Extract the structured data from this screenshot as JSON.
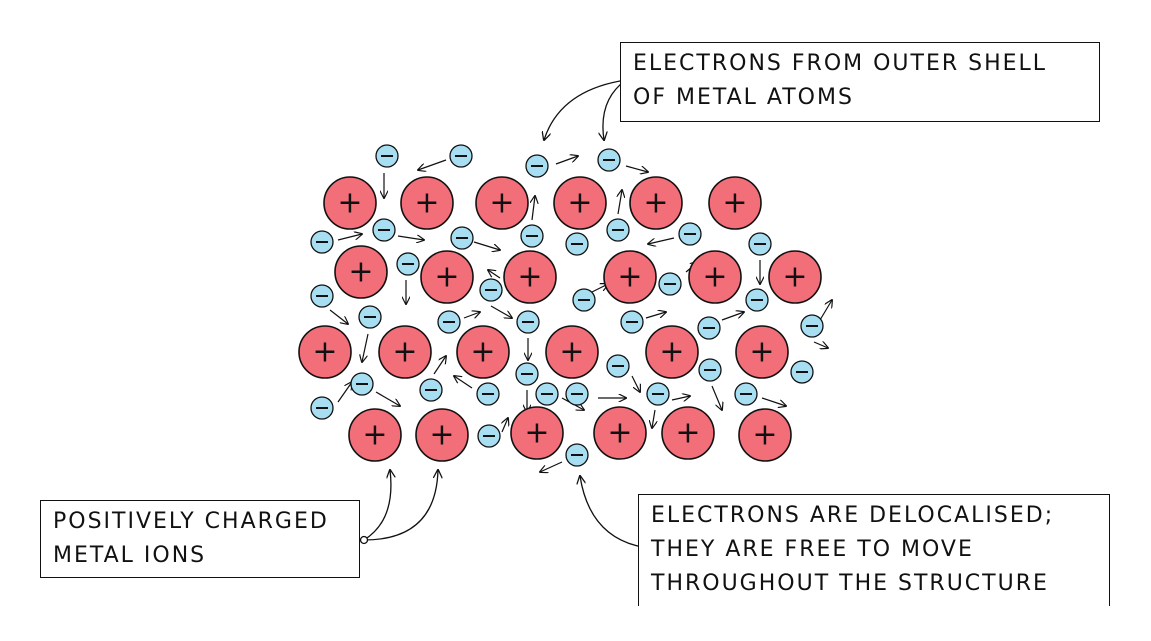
{
  "labels": {
    "outer_shell": {
      "lines": [
        "ELECTRONS FROM OUTER SHELL",
        "OF  METAL ATOMS"
      ]
    },
    "ions": {
      "lines": [
        "POSITIVELY CHARGED",
        "METAL IONS"
      ]
    },
    "delocalised": {
      "lines": [
        "ELECTRONS ARE DELOCALISED;",
        "THEY ARE FREE TO MOVE",
        "THROUGHOUT THE STRUCTURE"
      ]
    }
  },
  "symbols": {
    "positive": "+",
    "negative": "−"
  },
  "colors": {
    "ion_fill": "#f26f7a",
    "electron_fill": "#a8def2",
    "outline": "#111111"
  }
}
